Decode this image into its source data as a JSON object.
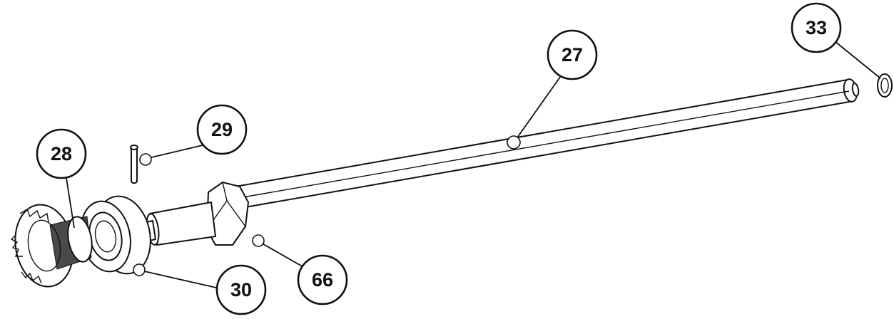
{
  "diagram": {
    "callouts": [
      {
        "id": "27",
        "label": "27"
      },
      {
        "id": "28",
        "label": "28"
      },
      {
        "id": "29",
        "label": "29"
      },
      {
        "id": "30",
        "label": "30"
      },
      {
        "id": "33",
        "label": "33"
      },
      {
        "id": "66",
        "label": "66"
      }
    ]
  }
}
